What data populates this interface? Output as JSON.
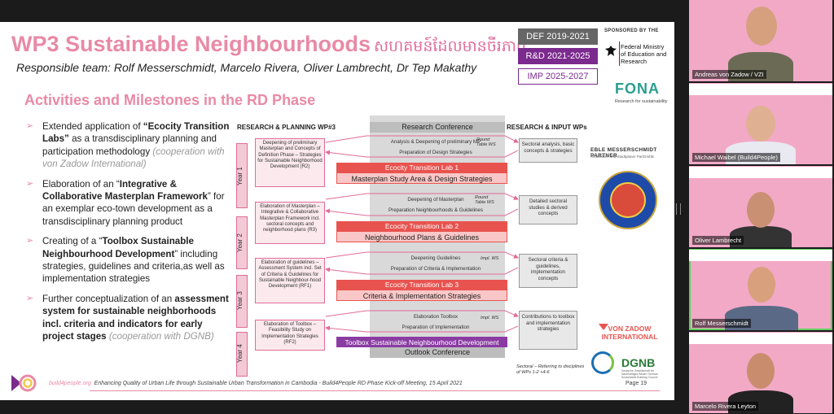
{
  "slide": {
    "title": "WP3 Sustainable Neighbourhoods",
    "title_khmer": "សហគមន៍ដែលមានចីរភាព",
    "responsible_team": "Responsible team: Rolf Messerschmidt, Marcelo Rivera, Oliver Lambrecht, Dr Tep Makathy",
    "phases": [
      "DEF 2019-2021",
      "R&D 2021-2025",
      "IMP 2025-2027"
    ],
    "sponsor_label": "SPONSORED BY THE",
    "sponsor_ministry": "Federal Ministry of Education and Research",
    "fona": "FONA",
    "fona_sub": "Research for sustainability",
    "section_title": "Activities and Milestones in the RD Phase",
    "bullets": [
      {
        "pre": "Extended application of ",
        "bold": "“Ecocity Transition Labs”",
        "post": " as a transdisciplinary planning and participation methodology ",
        "muted": "(cooperation with von Zadow International)"
      },
      {
        "pre": "Elaboration of an “",
        "bold": "Integrative & Collaborative Masterplan Framework",
        "post": "” for an exemplar eco-town development as a transdisciplinary planning product",
        "muted": ""
      },
      {
        "pre": "Creating of a “",
        "bold": "Toolbox Sustainable Neighbourhood Development",
        "post": "” including strategies, guidelines and criteria,as well as implementation strategies",
        "muted": ""
      },
      {
        "pre": "Further conceptualization of an ",
        "bold": "assessment system for sustainable neighborhoods incl. criteria and indicators for early project stages",
        "post": " ",
        "muted": "(cooperation with DGNB)"
      }
    ],
    "diagram": {
      "head_left": "RESEARCH & PLANNING WP#3",
      "head_right": "RESEARCH & INPUT WPs",
      "conf_top": "Research Conference",
      "conf_bottom": "Outlook Conference",
      "years": [
        "Year 1",
        "Year 2",
        "Year 3",
        "Year 4"
      ],
      "rp_boxes": [
        "Deepening of preliminary Masterplan and Concepts of Definition Phase – Strategies for Sustainable Neighborhood Development (R2)",
        "Elaboration of Masterplan – Integrative & Collaborative Masterplan Framework incl. sectoral concepts and neighborhood plans (R3)",
        "Elaboration of guidelines – Assessment System incl. Set of Criteria & Guidelines for Sustainable Neighbour-hood Development (RF1)",
        "Elaboration of Toolbox – Feasibility Study on Implementation Strategies (RF2)"
      ],
      "labs": [
        {
          "title": "Ecocity Transition Lab 1",
          "sub": "Masterplan Study Area & Design Strategies"
        },
        {
          "title": "Ecocity Transition Lab 2",
          "sub": "Neighbourhood Plans & Guidelines"
        },
        {
          "title": "Ecocity Transition Lab 3",
          "sub": "Criteria & Implementation Strategies"
        },
        {
          "title": "",
          "sub": "Toolbox Sustainable Neighbourhood Development"
        }
      ],
      "flows": [
        [
          "Analysis & Deepening of preliminary MP",
          "Preparation of Design Strategies"
        ],
        [
          "Deepening of Masterplan",
          "Preparation Neighbourhoods & Guidelines"
        ],
        [
          "Deepening Guidelines",
          "Preparation of Criteria & Implementation"
        ],
        [
          "Elaboration Toolbox",
          "Preparation of Implementation"
        ]
      ],
      "flow_tags": [
        "Round Table WS",
        "Round Table WS",
        "Impl. WS",
        "Impl. WS"
      ],
      "inputs": [
        "Sectoral analysis, basic concepts & strategies",
        "Detailed sectoral studies & derived concepts",
        "Sectoral criteria & guidelines, implementation concepts",
        "Contributions to toolbox and implementation strategies"
      ],
      "sect_note": "Sectoral – Referring to disciplines of WPs 1-2 +4-6"
    },
    "partner_ebp": "EBLE MESSERSCHMIDT PARTNER",
    "partner_ebp_sub": "Architekten und Stadtplaner PartGmbB",
    "partner_vz": "VON ZADOW INTERNATIONAL",
    "partner_dgnb": "DGNB",
    "partner_dgnb_sub": "Deutsche Gesellschaft für Nachhaltiges Bauen German Sustainable Building Council",
    "footer_brand": "build4people.org",
    "footer_text": "Enhancing Quality of Urban Life through Sustainable Urban Transformation in Cambodia - Build4People RD Phase Kick-off Meeting, 15 April 2021",
    "page": "Page 19"
  },
  "participants": [
    {
      "name": "Andreas von Zadow / VZI",
      "active": false
    },
    {
      "name": "Michael Waibel (Build4People)",
      "active": false
    },
    {
      "name": "Oliver Lambrecht",
      "active": false
    },
    {
      "name": "Rolf Messerschmidt",
      "active": true
    },
    {
      "name": "Marcelo Rivera Leyton",
      "active": false
    }
  ],
  "colors": {
    "accent_pink": "#e88aa5",
    "lab_red": "#e8534f",
    "rd_purple": "#7b2a8e",
    "active_speaker": "#5bd15b"
  }
}
